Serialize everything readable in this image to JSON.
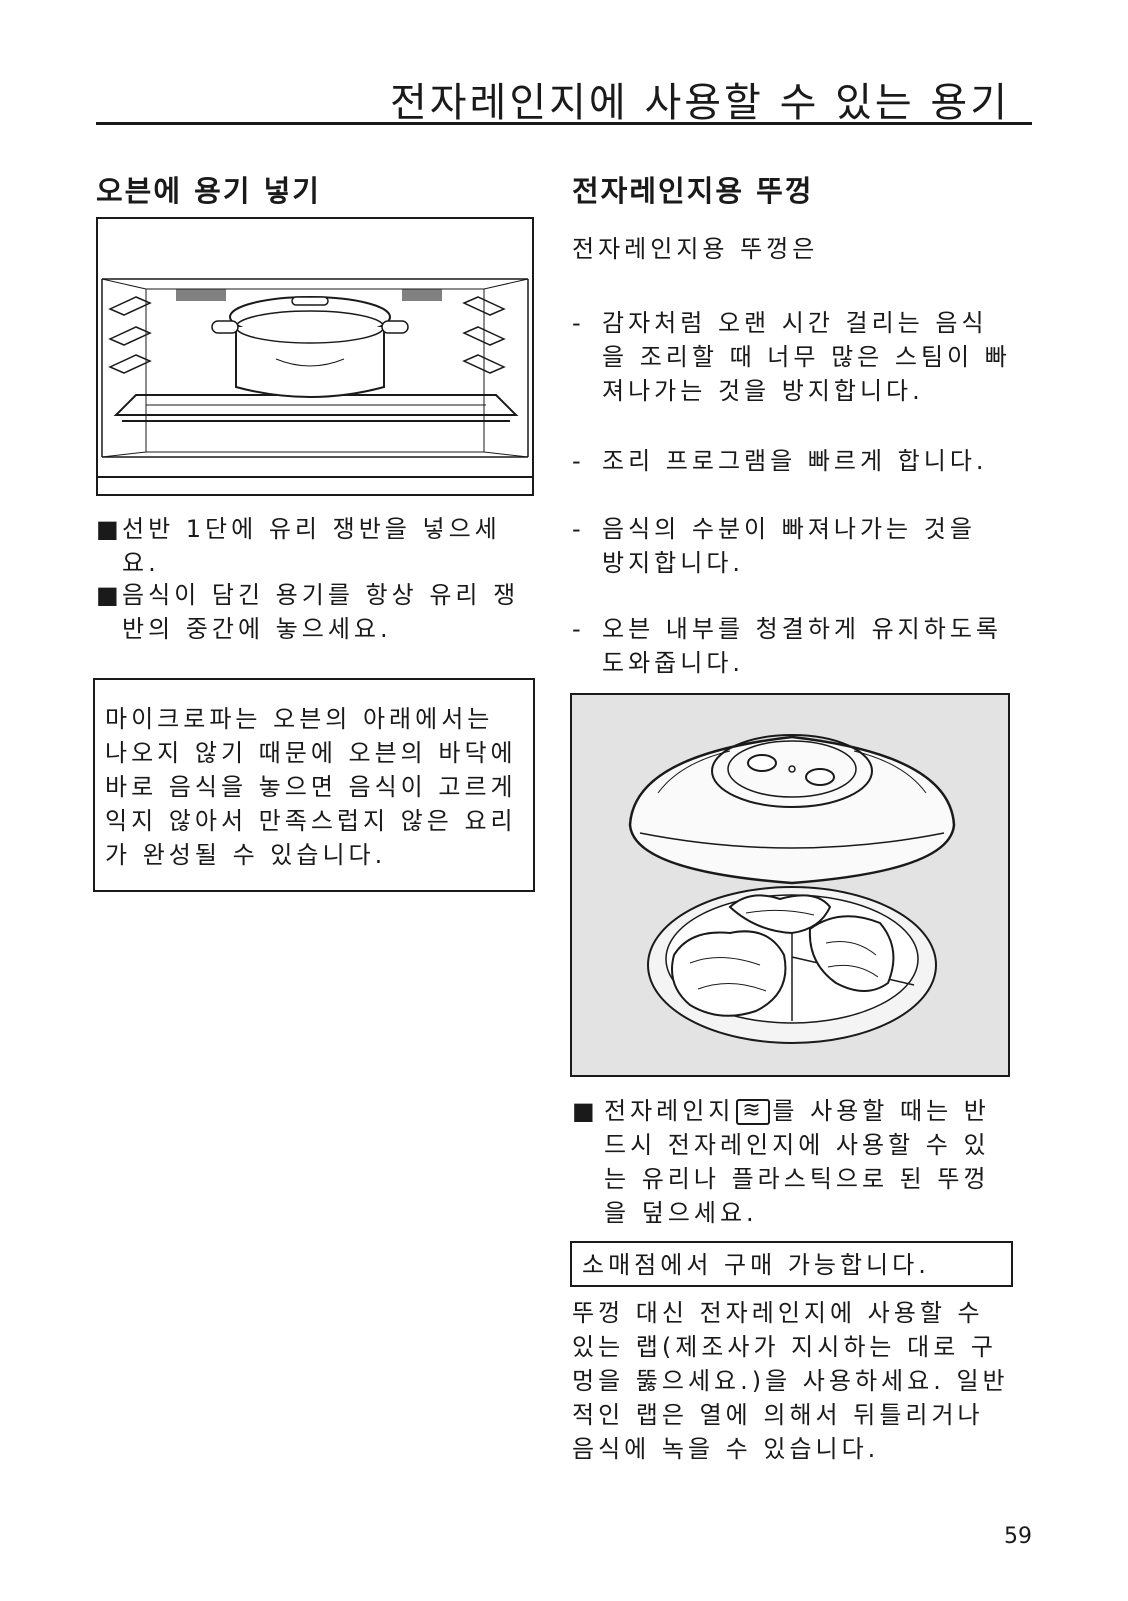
{
  "header": {
    "page_title": "전자레인지에 사용할 수 있는 용기"
  },
  "left": {
    "heading": "오븐에 용기 넣기",
    "bullet_symbol": "■",
    "bullets": [
      "선반 1단에 유리 쟁반을 넣으세요.",
      "음식이 담긴 용기를 항상 유리 쟁반의 중간에 놓으세요."
    ],
    "note": "마이크로파는 오븐의 아래에서는 나오지 않기 때문에 오븐의 바닥에 바로 음식을 놓으면 음식이 고르게 익지 않아서 만족스럽지 않은 요리가 완성될 수 있습니다."
  },
  "right": {
    "heading": "전자레인지용 뚜껑",
    "intro": "전자레인지용 뚜껑은",
    "dash": "-",
    "dash_items": [
      "감자처럼 오랜 시간 걸리는 음식을 조리할 때 너무 많은 스팀이 빠져나가는 것을 방지합니다.",
      "조리 프로그램을 빠르게 합니다.",
      "음식의 수분이 빠져나가는 것을 방지합니다.",
      "오븐 내부를 청결하게 유지하도록 도와줍니다."
    ],
    "bullet_symbol": "■",
    "bullet_before_icon": "전자레인지",
    "microwave_icon": "microwave-symbol-icon",
    "microwave_glyph": "≋",
    "bullet_after_icon": "를 사용할 때는 반드시 전자레인지에 사용할 수 있는 유리나 플라스틱으로 된 뚜껑을 덮으세요.",
    "boxed_note": "소매점에서 구매 가능합니다.",
    "closing_paragraph": "뚜껑 대신 전자레인지에 사용할 수 있는 랩(제조사가 지시하는 대로 구멍을 뚫으세요.)을 사용하세요. 일반적인 랩은 열에 의해서 뒤틀리거나 음식에 녹을 수 있습니다."
  },
  "footer": {
    "page_number": "59"
  }
}
